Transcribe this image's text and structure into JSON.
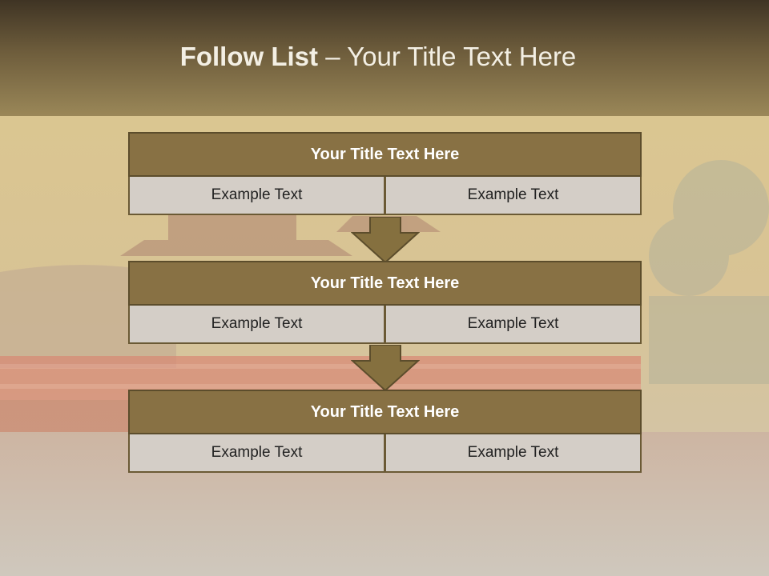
{
  "slide": {
    "title_bold": "Follow List",
    "title_rest": " – Your Title Text Here"
  },
  "steps": [
    {
      "title": "Your Title Text Here",
      "left": "Example Text",
      "right": "Example Text"
    },
    {
      "title": "Your Title Text Here",
      "left": "Example Text",
      "right": "Example Text"
    },
    {
      "title": "Your Title Text Here",
      "left": "Example Text",
      "right": "Example Text"
    }
  ],
  "colors": {
    "header_dark": "#3f3424",
    "header_light": "#9a8758",
    "box_title": "#887144",
    "box_border": "#5c4d2c",
    "cell_bg": "#d4cec7",
    "arrow": "#85703f"
  }
}
